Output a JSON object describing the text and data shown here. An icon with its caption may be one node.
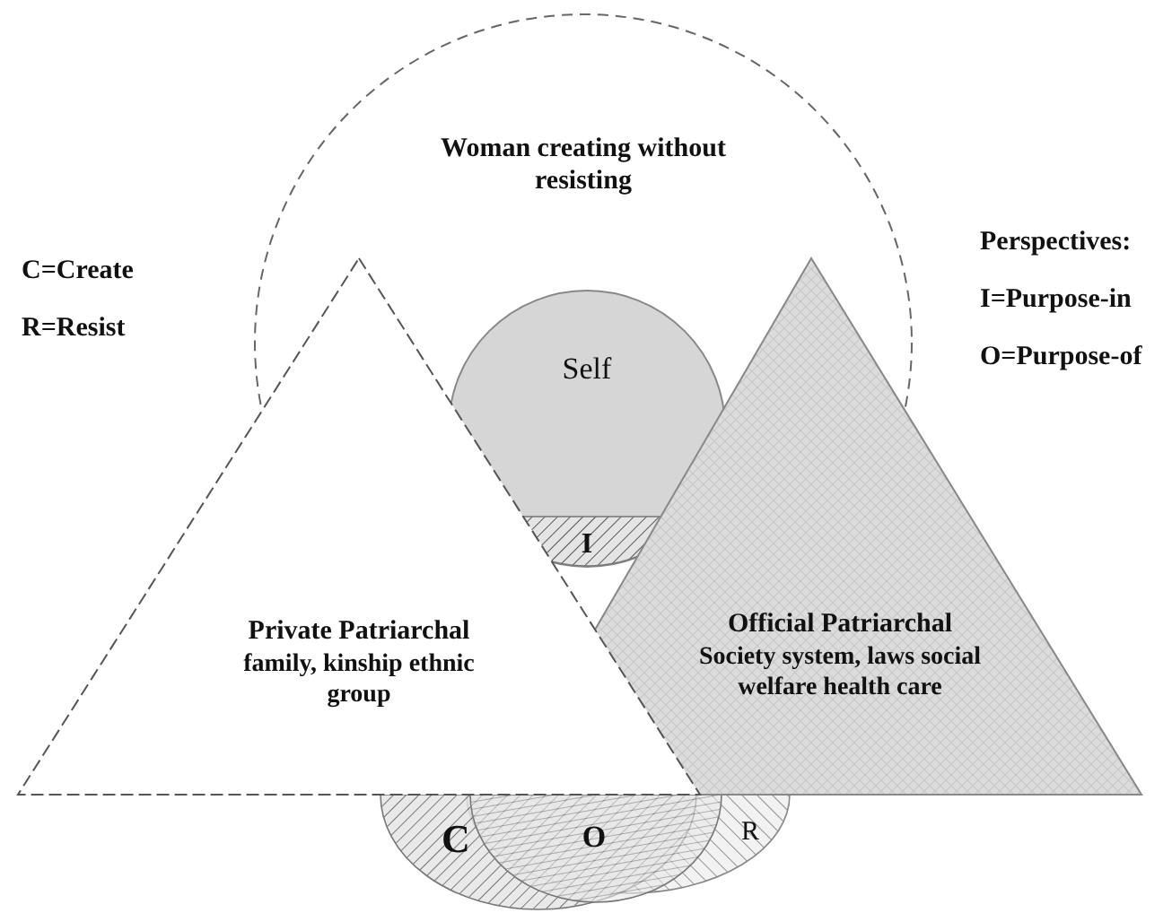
{
  "diagram": {
    "nodes": [
      {
        "text": [
          "Woman creating without resisting"
        ]
      },
      {
        "text": [
          "Self"
        ],
        "in": 0
      },
      {
        "text": [
          "I"
        ],
        "in": 1
      },
      {
        "text": [
          "Private Patriarchal",
          "family, kinship ethnic group"
        ]
      },
      {
        "text": [
          "Official Patriarchal",
          "Society system, laws social welfare health care"
        ]
      },
      {
        "text": [
          "C"
        ]
      },
      {
        "text": [
          "O"
        ]
      },
      {
        "text": [
          "R"
        ]
      }
    ],
    "edges": [],
    "labels": [
      "C=Create",
      "R=Resist",
      "Perspectives:",
      "I=Purpose-in",
      "O=Purpose-of"
    ]
  }
}
